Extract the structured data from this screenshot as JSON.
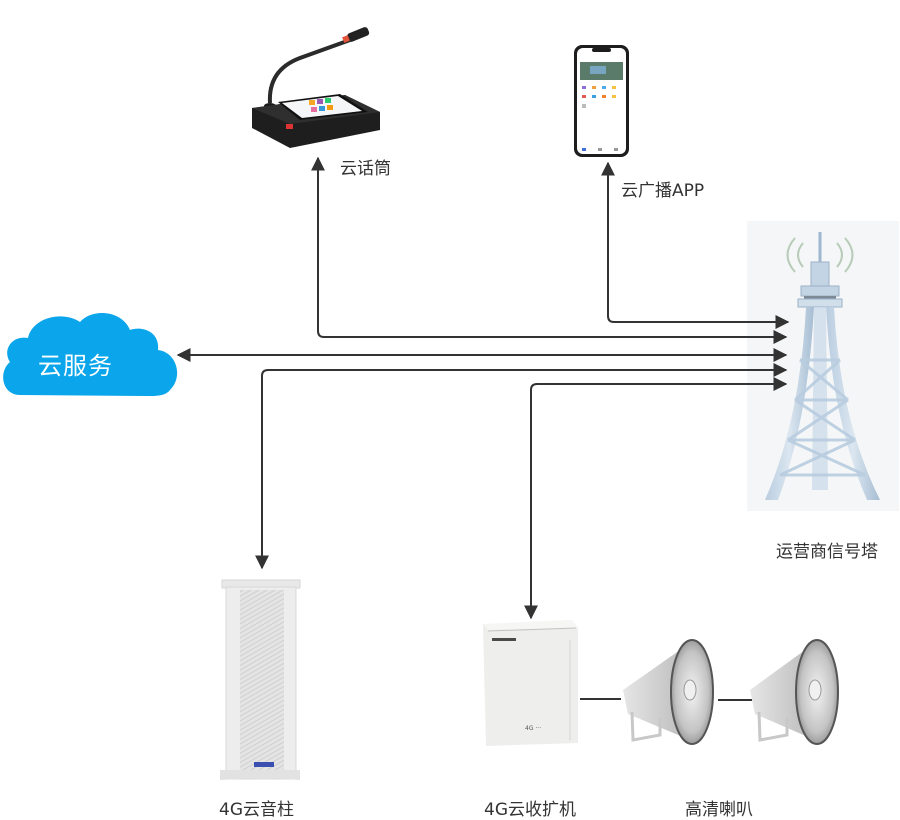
{
  "diagram": {
    "nodes": {
      "cloud": {
        "label": "云服务",
        "color": "#0aa5ea"
      },
      "mic": {
        "label": "云话筒"
      },
      "app": {
        "label": "云广播APP"
      },
      "tower": {
        "label": "运营商信号塔"
      },
      "column_speaker": {
        "label": "4G云音柱"
      },
      "receiver": {
        "label": "4G云收扩机"
      },
      "horns": {
        "label": "高清喇叭"
      }
    },
    "connections": [
      {
        "from": "mic",
        "to": "tower",
        "direction": "both"
      },
      {
        "from": "app",
        "to": "tower",
        "direction": "both"
      },
      {
        "from": "cloud",
        "to": "tower",
        "direction": "both"
      },
      {
        "from": "tower",
        "to": "column_speaker",
        "direction": "both"
      },
      {
        "from": "tower",
        "to": "receiver",
        "direction": "both"
      },
      {
        "from": "receiver",
        "to": "horn-1",
        "direction": "none"
      },
      {
        "from": "horn-1",
        "to": "horn-2",
        "direction": "none"
      }
    ],
    "line_color": "#333333"
  }
}
